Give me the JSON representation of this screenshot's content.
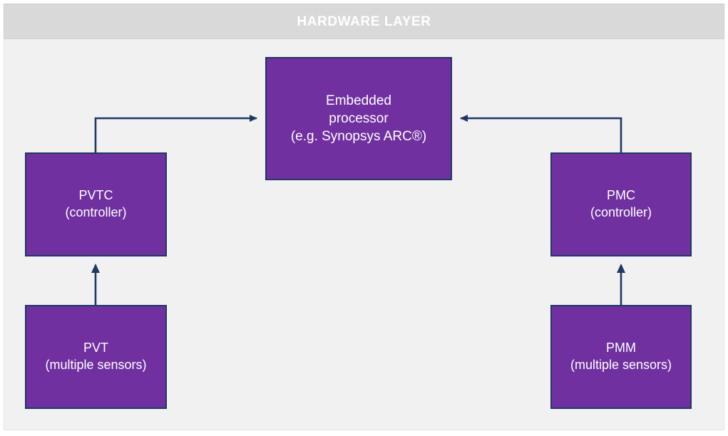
{
  "header": {
    "title": "HARDWARE LAYER",
    "background_color": "#D9D9D9",
    "text_color": "#FFFFFF"
  },
  "canvas": {
    "background_color": "#F1F1F1"
  },
  "theme": {
    "block_fill": "#7030A0",
    "block_border": "#1F3864",
    "block_text": "#FFFFFF",
    "connector_color": "#1F3864"
  },
  "blocks": {
    "processor": {
      "name": "embedded-processor",
      "line1": "Embedded",
      "line2": "processor",
      "line3": "(e.g. Synopsys ARC®)"
    },
    "pvtc": {
      "name": "pvtc-controller",
      "line1": "PVTC",
      "line2": "(controller)"
    },
    "pvt": {
      "name": "pvt-sensors",
      "line1": "PVT",
      "line2": "(multiple sensors)"
    },
    "pmc": {
      "name": "pmc-controller",
      "line1": "PMC",
      "line2": "(controller)"
    },
    "pmm": {
      "name": "pmm-sensors",
      "line1": "PMM",
      "line2": "(multiple sensors)"
    }
  },
  "connectors": [
    {
      "id": "pvt-to-pvtc",
      "from": "PVT (multiple sensors)",
      "to": "PVTC (controller)",
      "direction": "up",
      "style": "straight-arrow"
    },
    {
      "id": "pvtc-to-processor",
      "from": "PVTC (controller)",
      "to": "Embedded processor",
      "direction": "up-then-right",
      "style": "elbow-arrow"
    },
    {
      "id": "pmm-to-pmc",
      "from": "PMM (multiple sensors)",
      "to": "PMC (controller)",
      "direction": "up",
      "style": "straight-arrow"
    },
    {
      "id": "pmc-to-processor",
      "from": "PMC (controller)",
      "to": "Embedded processor",
      "direction": "up-then-left",
      "style": "elbow-arrow"
    }
  ]
}
